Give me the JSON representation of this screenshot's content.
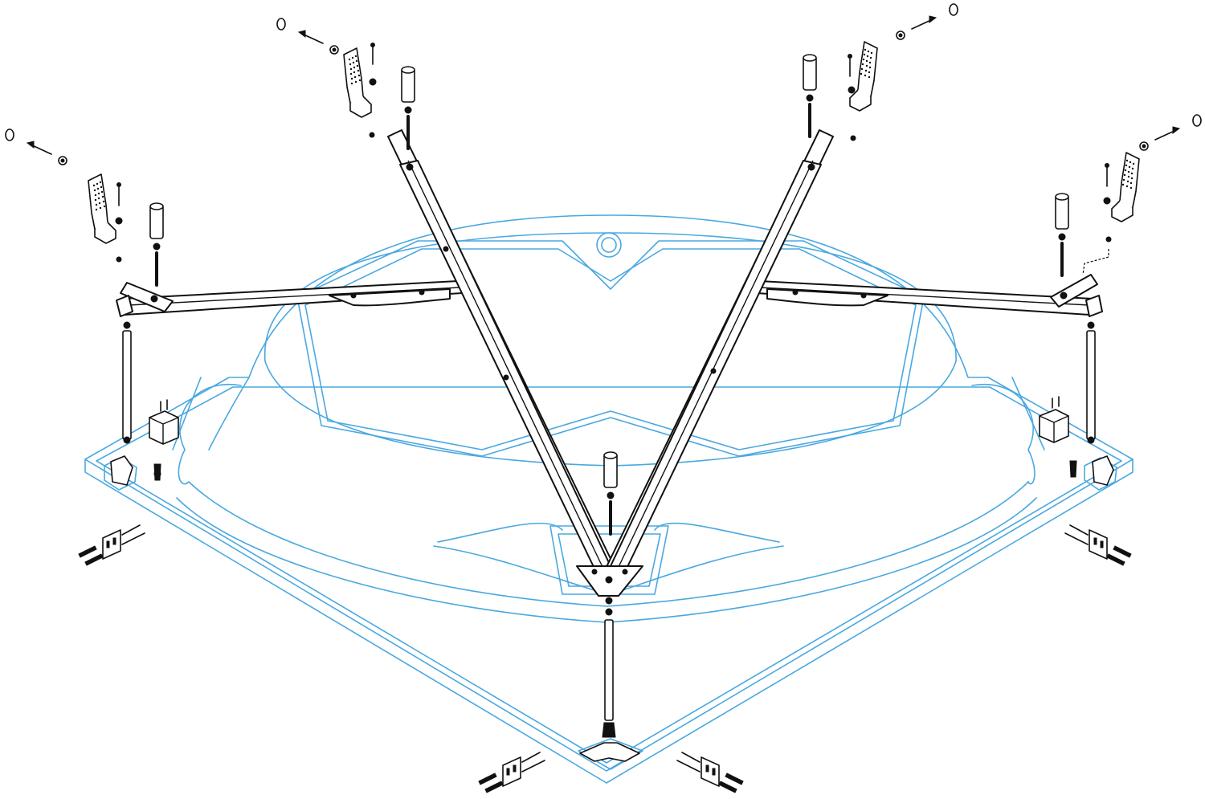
{
  "colors": {
    "tub_outline": "#4aa8e0",
    "frame_ink": "#111111",
    "background": "#ffffff"
  },
  "parts": {
    "tub": "corner-bathtub-outline",
    "frame": "v-support-frame",
    "legs": [
      "left-leg",
      "right-leg",
      "front-leg"
    ],
    "wall_brackets": [
      "bracket-left-outer",
      "bracket-left-inner",
      "bracket-right-inner",
      "bracket-right-outer"
    ],
    "floor_clips": [
      "clip-left",
      "clip-right",
      "clip-front-left",
      "clip-front-right"
    ]
  }
}
